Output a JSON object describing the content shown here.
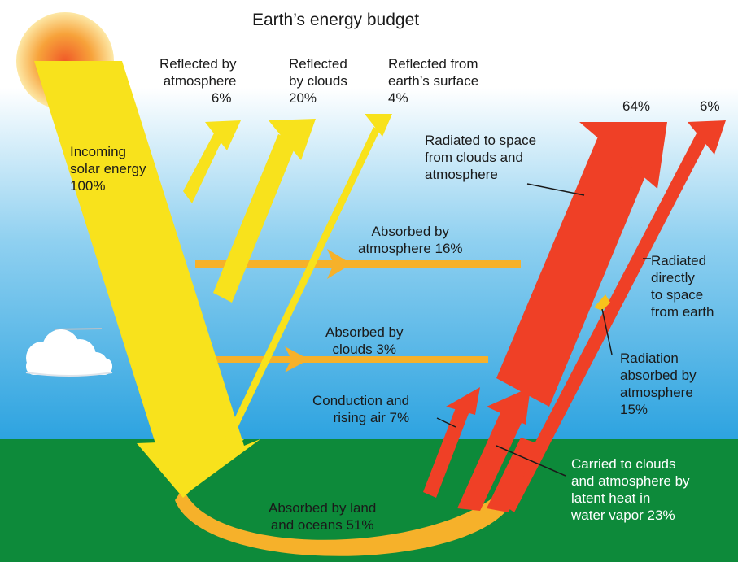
{
  "title": "Earth’s energy budget",
  "colors": {
    "sky_top": "#ffffff",
    "sky_bottom": "#2da3e0",
    "ground": "#0d8a3a",
    "solar": "#f8e21c",
    "absorbed": "#f6b12a",
    "infrared": "#ef4026",
    "sun_core": "#f05a28",
    "sun_rim": "#fde8a6"
  },
  "labels": {
    "incoming": [
      "Incoming",
      "solar energy",
      "100%"
    ],
    "refl_atm": [
      "Reflected by",
      "atmosphere",
      "6%"
    ],
    "refl_clouds": [
      "Reflected",
      "by clouds",
      "20%"
    ],
    "refl_surface": [
      "Reflected from",
      "earth’s surface",
      "4%"
    ],
    "top_64": "64%",
    "top_6": "6%",
    "radiated_space": [
      "Radiated to space",
      "from clouds and",
      "atmosphere"
    ],
    "absorbed_atm": [
      "Absorbed by",
      "atmosphere 16%"
    ],
    "radiated_direct": [
      "Radiated",
      "directly",
      "to space",
      "from earth"
    ],
    "absorbed_clouds": [
      "Absorbed by",
      "clouds 3%"
    ],
    "radiation_absorbed": [
      "Radiation",
      "absorbed by",
      "atmosphere",
      "15%"
    ],
    "conduction": [
      "Conduction and",
      "rising air 7%"
    ],
    "carried": [
      "Carried to clouds",
      "and atmosphere by",
      "latent heat in",
      "water vapor 23%"
    ],
    "absorbed_land": [
      "Absorbed by land",
      "and oceans 51%"
    ]
  }
}
